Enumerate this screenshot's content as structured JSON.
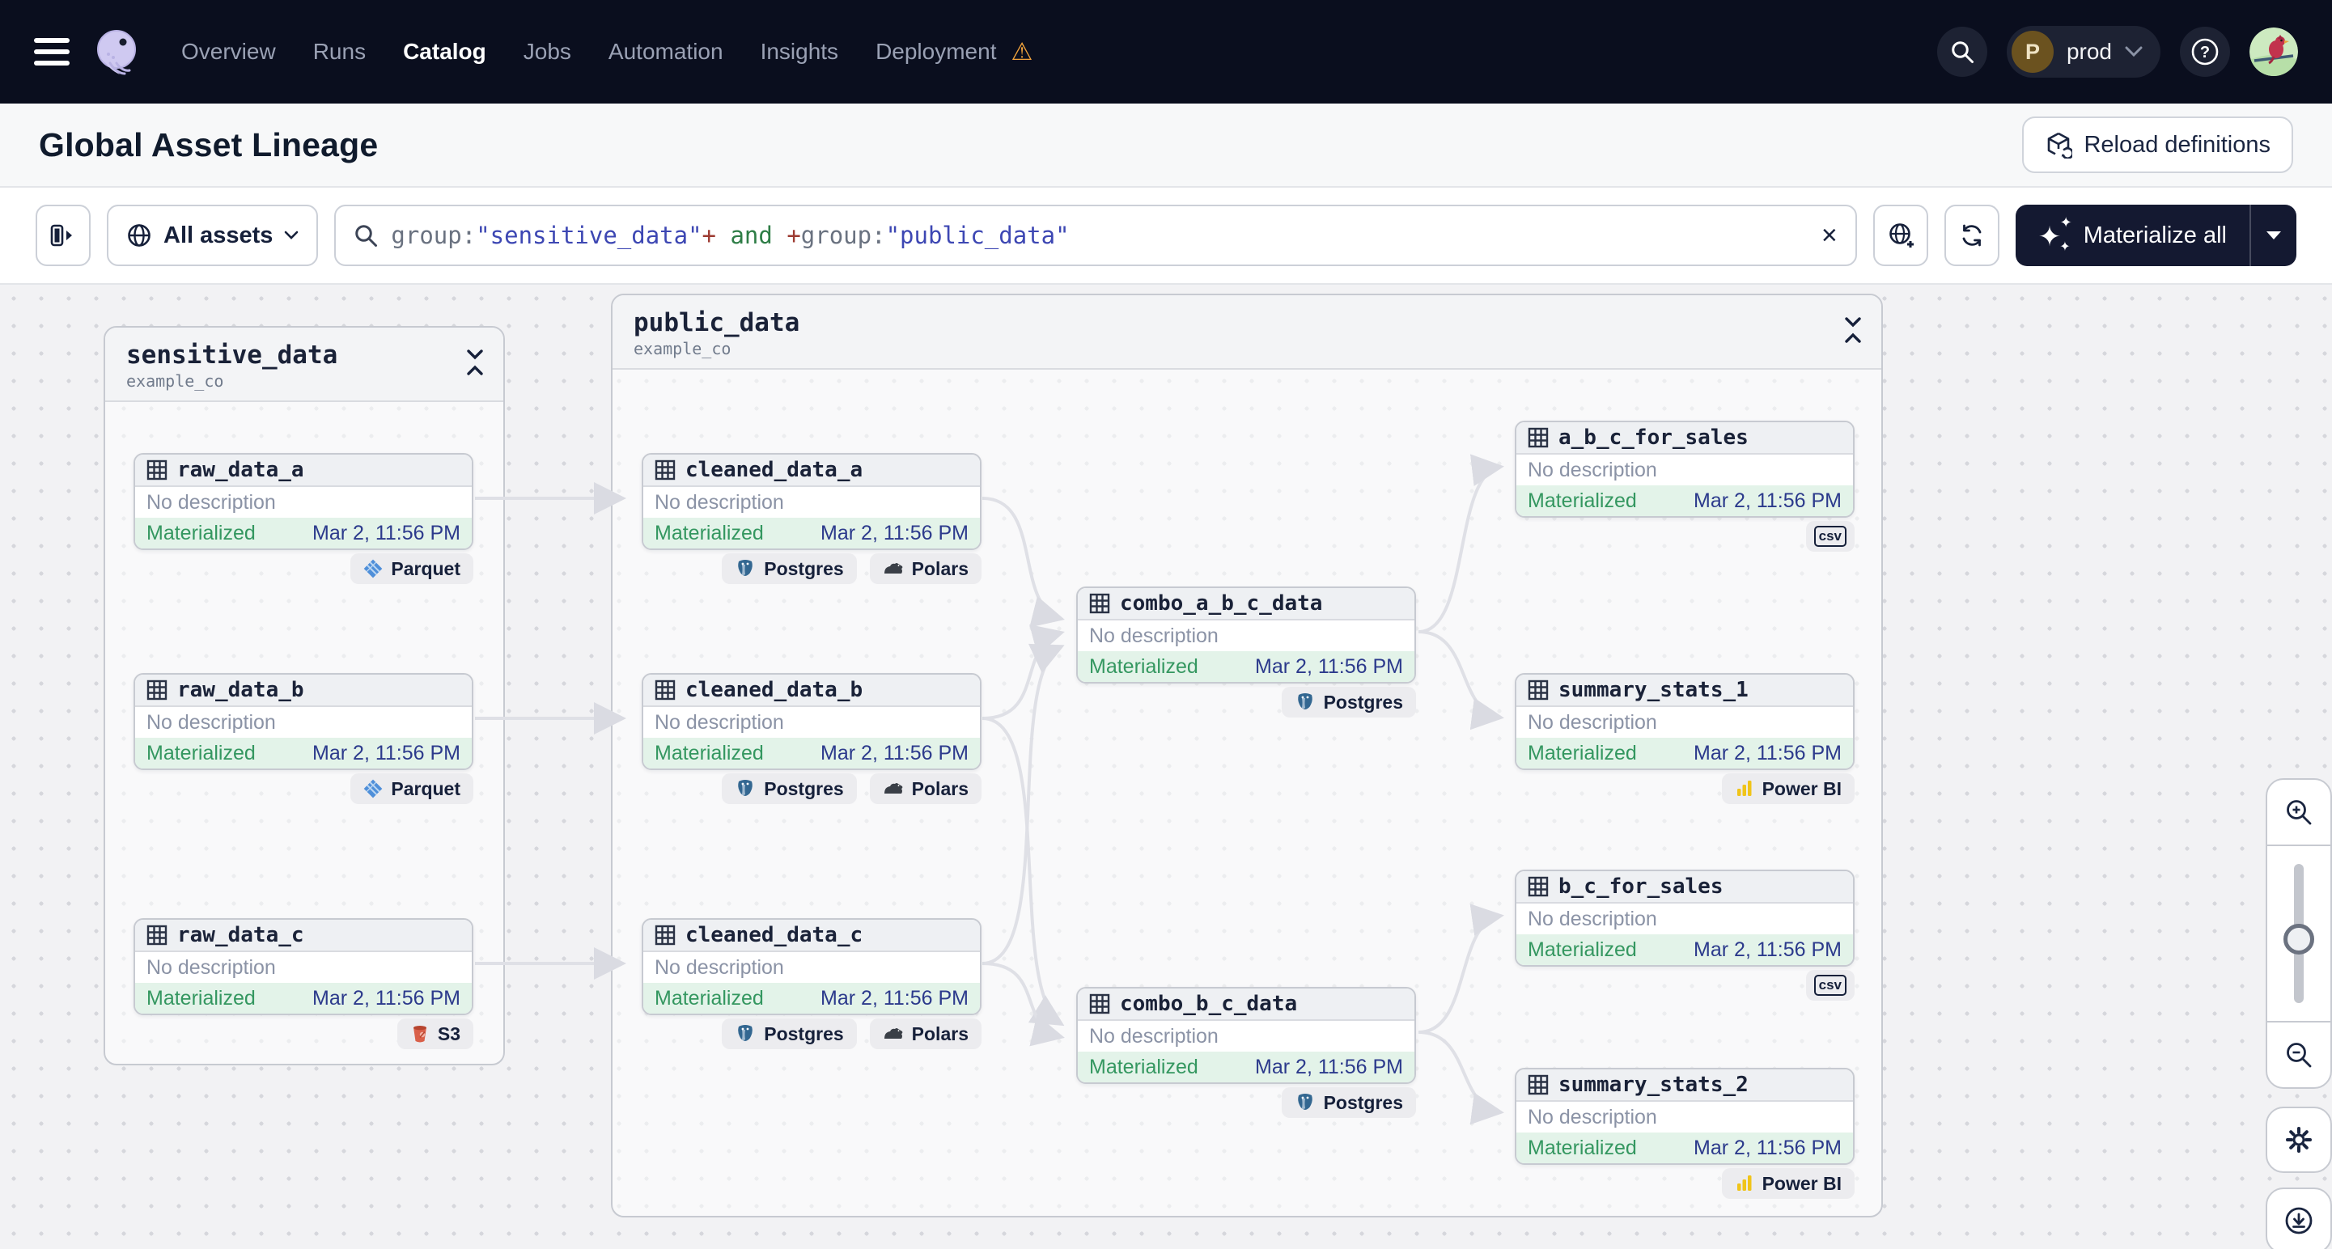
{
  "nav": {
    "items": [
      "Overview",
      "Runs",
      "Catalog",
      "Jobs",
      "Automation",
      "Insights",
      "Deployment"
    ],
    "active_item": "Catalog",
    "deployment_warning_icon": "warning-triangle",
    "workspace": {
      "initial": "P",
      "label": "prod"
    }
  },
  "header": {
    "title": "Global Asset Lineage",
    "reload_button_label": "Reload definitions"
  },
  "toolbar": {
    "scope_label": "All assets",
    "query": {
      "parts": [
        {
          "text": "group:",
          "role": "key"
        },
        {
          "text": "\"sensitive_data\"",
          "role": "value"
        },
        {
          "text": "+",
          "role": "plus"
        },
        {
          "text": " and ",
          "role": "op"
        },
        {
          "text": "+",
          "role": "plus"
        },
        {
          "text": "group:",
          "role": "key"
        },
        {
          "text": "\"public_data\"",
          "role": "value"
        }
      ]
    },
    "clear_label": "×",
    "materialize_button_label": "Materialize all"
  },
  "colors": {
    "nav_bg": "#0a0e1e",
    "accent_dark": "#141931",
    "materialized_bg": "#e3f3e9",
    "materialized_text": "#349760",
    "timestamp_text": "#2c3a8c",
    "query_value": "#3d47b3",
    "query_plus": "#9d3b32",
    "query_op": "#2e7d46",
    "warning": "#f2a33c",
    "powerbi_yellow": "#f0c419",
    "postgres_blue": "#336791",
    "parquet_blue": "#4f8fd9",
    "s3_red": "#d9604a"
  },
  "graph": {
    "groups": [
      {
        "name": "sensitive_data",
        "repo": "example_co",
        "nodes": [
          {
            "name": "raw_data_a",
            "description": "No description",
            "status": "Materialized",
            "timestamp": "Mar 2, 11:56 PM",
            "badges": [
              {
                "label": "Parquet"
              }
            ]
          },
          {
            "name": "raw_data_b",
            "description": "No description",
            "status": "Materialized",
            "timestamp": "Mar 2, 11:56 PM",
            "badges": [
              {
                "label": "Parquet"
              }
            ]
          },
          {
            "name": "raw_data_c",
            "description": "No description",
            "status": "Materialized",
            "timestamp": "Mar 2, 11:56 PM",
            "badges": [
              {
                "label": "S3"
              }
            ]
          }
        ]
      },
      {
        "name": "public_data",
        "repo": "example_co",
        "nodes": [
          {
            "name": "cleaned_data_a",
            "description": "No description",
            "status": "Materialized",
            "timestamp": "Mar 2, 11:56 PM",
            "badges": [
              {
                "label": "Postgres"
              },
              {
                "label": "Polars"
              }
            ]
          },
          {
            "name": "cleaned_data_b",
            "description": "No description",
            "status": "Materialized",
            "timestamp": "Mar 2, 11:56 PM",
            "badges": [
              {
                "label": "Postgres"
              },
              {
                "label": "Polars"
              }
            ]
          },
          {
            "name": "cleaned_data_c",
            "description": "No description",
            "status": "Materialized",
            "timestamp": "Mar 2, 11:56 PM",
            "badges": [
              {
                "label": "Postgres"
              },
              {
                "label": "Polars"
              }
            ]
          },
          {
            "name": "combo_a_b_c_data",
            "description": "No description",
            "status": "Materialized",
            "timestamp": "Mar 2, 11:56 PM",
            "badges": [
              {
                "label": "Postgres"
              }
            ]
          },
          {
            "name": "combo_b_c_data",
            "description": "No description",
            "status": "Materialized",
            "timestamp": "Mar 2, 11:56 PM",
            "badges": [
              {
                "label": "Postgres"
              }
            ]
          },
          {
            "name": "a_b_c_for_sales",
            "description": "No description",
            "status": "Materialized",
            "timestamp": "Mar 2, 11:56 PM",
            "badges": [
              {
                "label": "csv"
              }
            ]
          },
          {
            "name": "summary_stats_1",
            "description": "No description",
            "status": "Materialized",
            "timestamp": "Mar 2, 11:56 PM",
            "badges": [
              {
                "label": "Power BI"
              }
            ]
          },
          {
            "name": "b_c_for_sales",
            "description": "No description",
            "status": "Materialized",
            "timestamp": "Mar 2, 11:56 PM",
            "badges": [
              {
                "label": "csv"
              }
            ]
          },
          {
            "name": "summary_stats_2",
            "description": "No description",
            "status": "Materialized",
            "timestamp": "Mar 2, 11:56 PM",
            "badges": [
              {
                "label": "Power BI"
              }
            ]
          }
        ]
      }
    ]
  }
}
